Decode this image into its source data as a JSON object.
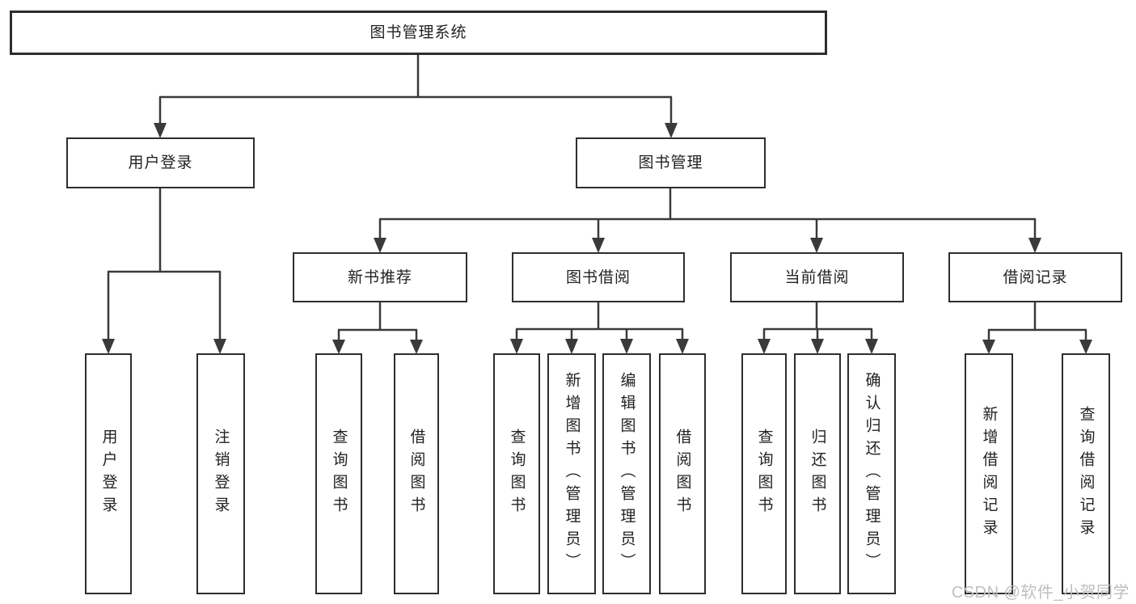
{
  "tree": {
    "label": "图书管理系统",
    "children": [
      {
        "label": "用户登录",
        "children": [
          {
            "label": "用户登录"
          },
          {
            "label": "注销登录"
          }
        ]
      },
      {
        "label": "图书管理",
        "children": [
          {
            "label": "新书推荐",
            "children": [
              {
                "label": "查询图书"
              },
              {
                "label": "借阅图书"
              }
            ]
          },
          {
            "label": "图书借阅",
            "children": [
              {
                "label": "查询图书"
              },
              {
                "label": "新增图书（管理员）"
              },
              {
                "label": "编辑图书（管理员）"
              },
              {
                "label": "借阅图书"
              }
            ]
          },
          {
            "label": "当前借阅",
            "children": [
              {
                "label": "查询图书"
              },
              {
                "label": "归还图书"
              },
              {
                "label": "确认归还（管理员）"
              }
            ]
          },
          {
            "label": "借阅记录",
            "children": [
              {
                "label": "新增借阅记录"
              },
              {
                "label": "查询借阅记录"
              }
            ]
          }
        ]
      }
    ]
  },
  "watermark": "CSDN @软件_小贺同学",
  "colors": {
    "line": "#3a3a3a",
    "border": "#2e2e2e",
    "text": "#222222",
    "watermark": "#bfbfbf",
    "background": "#ffffff"
  }
}
